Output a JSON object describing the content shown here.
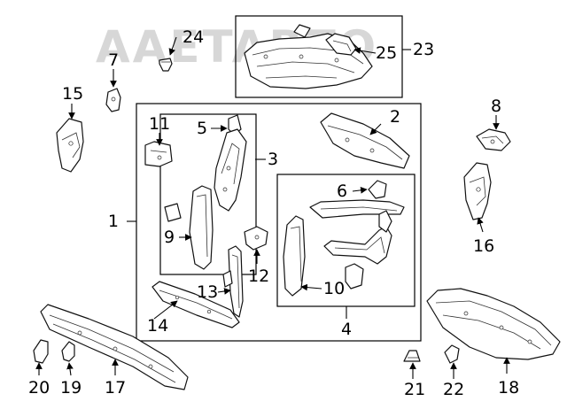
{
  "watermark": "AAETABTO",
  "callouts": {
    "c1": "1",
    "c2": "2",
    "c3": "3",
    "c4": "4",
    "c5": "5",
    "c6": "6",
    "c7": "7",
    "c8": "8",
    "c9": "9",
    "c10": "10",
    "c11": "11",
    "c12": "12",
    "c13": "13",
    "c14": "14",
    "c15": "15",
    "c16": "16",
    "c17": "17",
    "c18": "18",
    "c19": "19",
    "c20": "20",
    "c21": "21",
    "c22": "22",
    "c23": "23",
    "c24": "24",
    "c25": "25"
  }
}
